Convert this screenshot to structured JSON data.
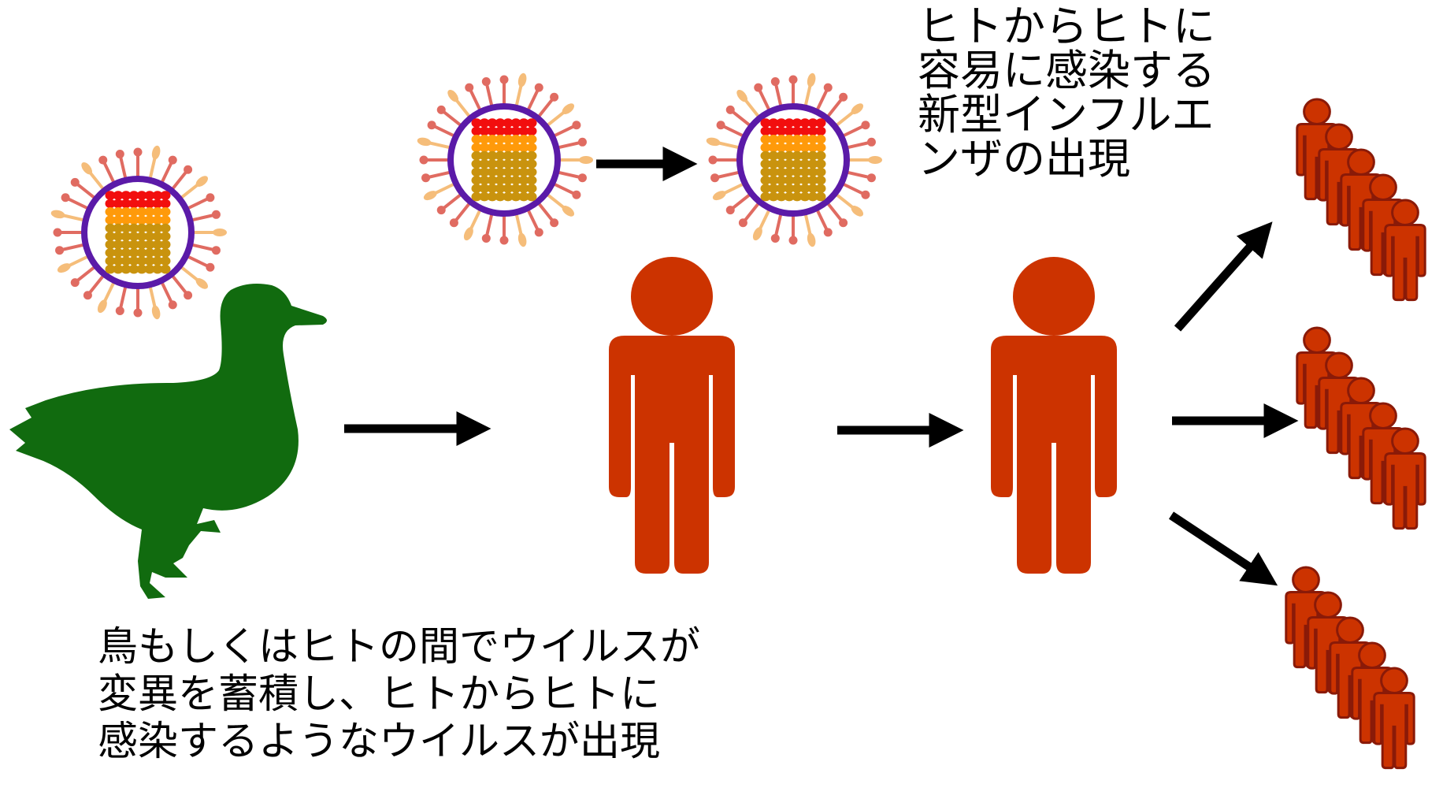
{
  "colors": {
    "duck": "#116b0f",
    "human": "#cc3300",
    "human_dark": "#8a1a08",
    "arrow": "#000000",
    "virus_envelope": "#5b1aa8",
    "virus_spike_red": "#e06b61",
    "virus_spike_orange": "#f5bd7a",
    "virus_core": "#c9930e",
    "virus_segment_red": "#f20e0e",
    "virus_segment_orange": "#ff9a0a"
  },
  "icons": [
    "duck-icon",
    "virus-icon",
    "person-icon",
    "crowd-icon",
    "arrow-icon"
  ],
  "captions": {
    "top": [
      "ヒトからヒトに",
      "容易に感染する",
      "新型インフルエ",
      "ンザの出現"
    ],
    "bottom": [
      "鳥もしくはヒトの間でウイルスが",
      "変異を蓄積し、ヒトからヒトに",
      "感染するようなウイルスが出現"
    ]
  }
}
